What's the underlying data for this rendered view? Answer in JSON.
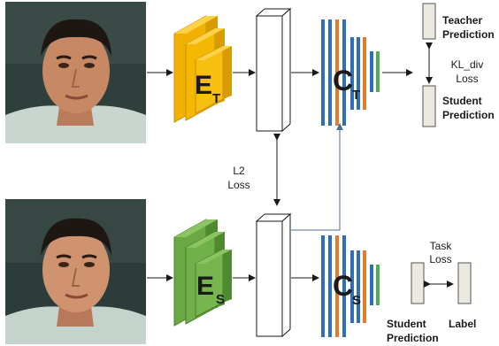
{
  "teacher": {
    "encoder_label": "E",
    "encoder_sub": "T",
    "classifier_label": "C",
    "classifier_sub": "T",
    "prediction_line1": "Teacher",
    "prediction_line2": "Prediction"
  },
  "student": {
    "encoder_label": "E",
    "encoder_sub": "S",
    "classifier_label": "C",
    "classifier_sub": "S",
    "prediction_top_line1": "Student",
    "prediction_top_line2": "Prediction",
    "prediction_bottom_line1": "Student",
    "prediction_bottom_line2": "Prediction",
    "label_text": "Label"
  },
  "losses": {
    "kl_line1": "KL_div",
    "kl_line2": "Loss",
    "l2_line1": "L2",
    "l2_line2": "Loss",
    "task_line1": "Task",
    "task_line2": "Loss"
  },
  "colors": {
    "teacher_encoder": "#f2b100",
    "student_encoder": "#6aa843",
    "classifier_blue": "#2f6fb7",
    "classifier_orange": "#e77a2a",
    "classifier_green": "#4caf50",
    "arrow": "#1a1a1a",
    "feature_link": "#4a6f9a"
  }
}
